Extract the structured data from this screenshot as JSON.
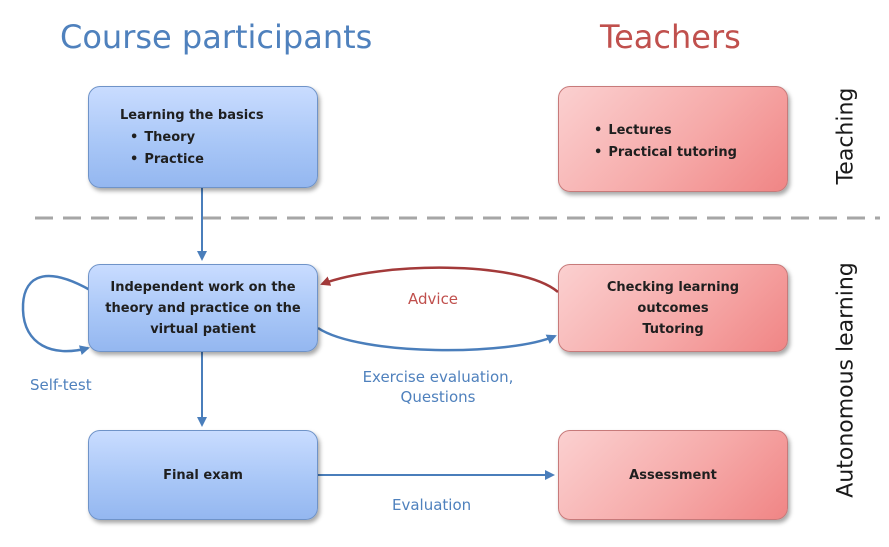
{
  "headings": {
    "participants": "Course participants",
    "teachers": "Teachers"
  },
  "sections": {
    "teaching": "Teaching",
    "autonomous": "Autonomous learning"
  },
  "boxes": {
    "basics": {
      "title": "Learning the basics",
      "items": [
        "Theory",
        "Practice"
      ]
    },
    "lectures": {
      "items": [
        "Lectures",
        "Practical tutoring"
      ]
    },
    "independent": {
      "lines": [
        "Independent work on the",
        "theory and practice on the",
        "virtual patient"
      ]
    },
    "checking": {
      "lines": [
        "Checking learning",
        "outcomes",
        "Tutoring"
      ]
    },
    "final_exam": {
      "label": "Final exam"
    },
    "assessment": {
      "label": "Assessment"
    }
  },
  "arrows": {
    "advice": "Advice",
    "exercise": [
      "Exercise evaluation,",
      "Questions"
    ],
    "self_test": "Self-test",
    "evaluation": "Evaluation"
  },
  "colors": {
    "blue_text": "#4f81bd",
    "red_text": "#c0504d",
    "blue_arrow": "#4a7ebb",
    "red_arrow": "#a33a3a",
    "divider": "#a6a6a6"
  }
}
